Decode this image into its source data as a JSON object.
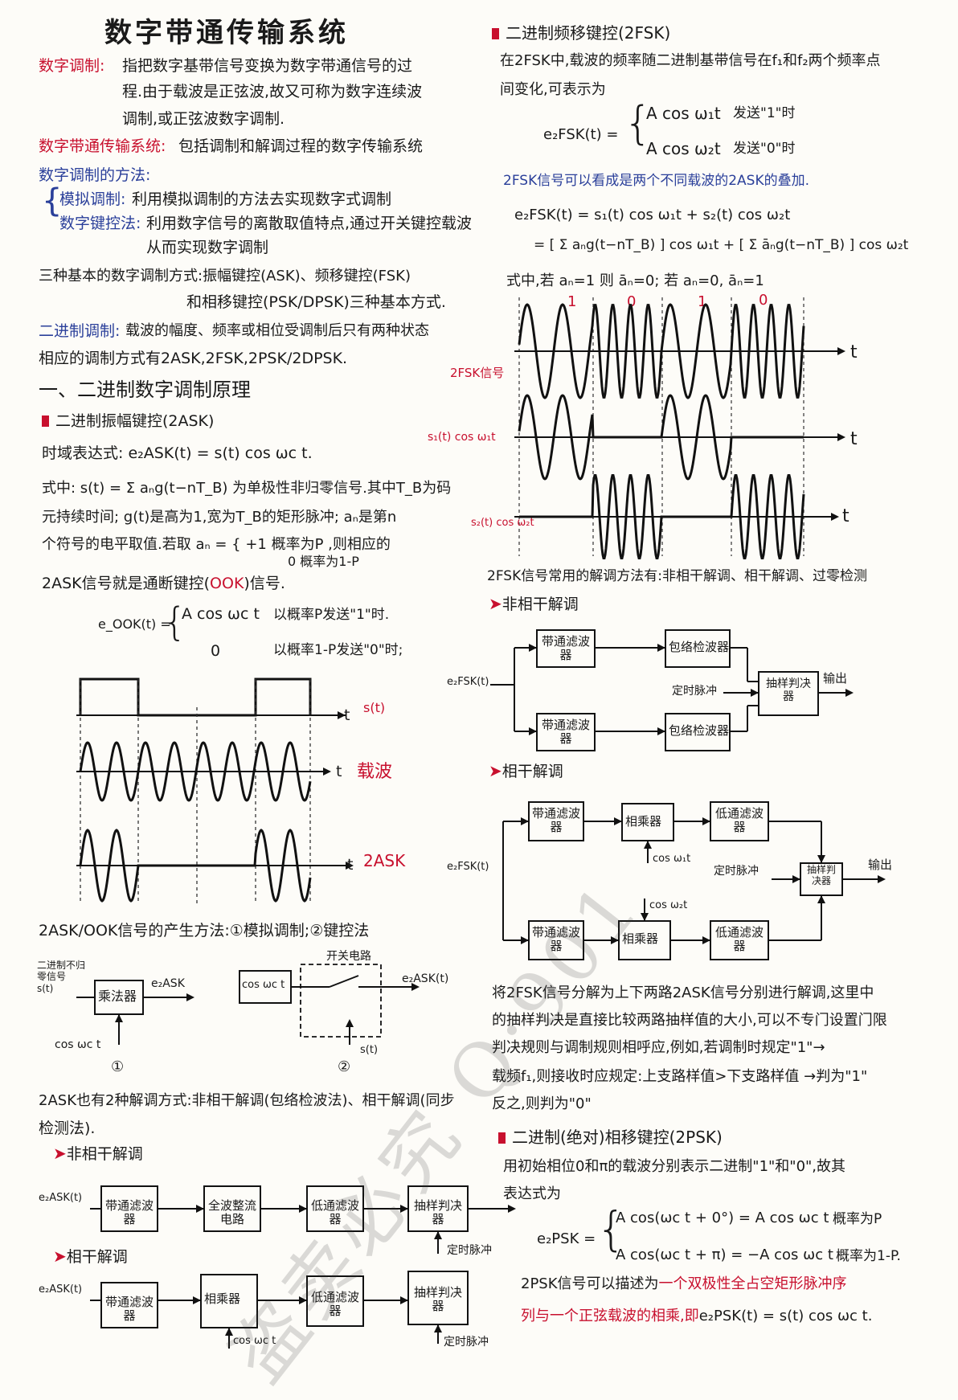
{
  "title": "数字带通传输系统",
  "left": {
    "def_label": "数字调制:",
    "def_l1": "指把数字基带信号变换为数字带通信号的过",
    "def_l2": "程.由于载波是正弦波,故又可称为数字连续波",
    "def_l3": "调制,或正弦波数字调制.",
    "sys_label": "数字带通传输系统:",
    "sys_text": "包括调制和解调过程的数字传输系统",
    "methods_label": "数字调制的方法:",
    "m1_label": "模拟调制:",
    "m1_text": "利用模拟调制的方法去实现数字式调制",
    "m2_label": "数字键控法:",
    "m2_text": "利用数字信号的离散取值特点,通过开关键控载波",
    "m2_text2": "从而实现数字调制",
    "basic_l1": "三种基本的数字调制方式:振幅键控(ASK)、频移键控(FSK)",
    "basic_l2": "和相移键控(PSK/DPSK)三种基本方式.",
    "binary_label": "二进制调制:",
    "binary_text": "载波的幅度、频率或相位受调制后只有两种状态",
    "binary_l2": "相应的调制方式有2ASK,2FSK,2PSK/2DPSK.",
    "sec1": "一、二进制数字调制原理",
    "ask_head": "二进制振幅键控(2ASK)",
    "ask_time": "时域表达式: e₂ASK(t) = s(t) cos ωc t.",
    "ask_s_l1": "式中: s(t) = Σ aₙg(t−nT_B) 为单极性非归零信号.其中T_B为码",
    "ask_s_l2": "元持续时间; g(t)是高为1,宽为T_B的矩形脉冲; aₙ是第n",
    "ask_s_l3": "个符号的电平取值.若取 aₙ = { +1 概率为P ,则相应的",
    "ask_s_l4": "0 概率为1-P",
    "ask_ook_pre": "2ASK信号就是通断键控(",
    "ask_ook": "OOK",
    "ask_ook_post": ")信号.",
    "ook_lhs": "e_OOK(t) =",
    "ook_c1": "A cos ωc t",
    "ook_c1r": "以概率P发送\"1\"时.",
    "ook_c2": "0",
    "ook_c2r": "以概率1-P发送\"0\"时;",
    "wave_st": "s(t)",
    "wave_t": "t",
    "wave_carrier": "载波",
    "wave_2ask": "2ASK",
    "gen_text": "2ASK/OOK信号的产生方法:①模拟调制;②键控法",
    "gen1_in": "二进制不归零信号 s(t)",
    "gen1_box": "乘法器",
    "gen1_out": "e₂ASK",
    "gen1_cos": "cos ωc t",
    "gen1_num": "①",
    "gen2_cos": "cos ωc t",
    "gen2_sw": "开关电路",
    "gen2_out": "e₂ASK(t)",
    "gen2_st": "s(t)",
    "gen2_num": "②",
    "demod_l1": "2ASK也有2种解调方式:非相干解调(包络检波法)、相干解调(同步",
    "demod_l2": "检测法).",
    "noncoh": "非相干解调",
    "coh": "相干解调",
    "nc_in": "e₂ASK(t)",
    "nc_b1": "带通滤波器",
    "nc_b2": "全波整流电路",
    "nc_b3": "低通滤波器",
    "nc_b4": "抽样判决器",
    "nc_clk": "定时脉冲",
    "c_in": "e₂ASK(t)",
    "c_b1": "带通滤波器",
    "c_b2": "相乘器",
    "c_b3": "低通滤波器",
    "c_b4": "抽样判决器",
    "c_cos": "cos ωc t",
    "c_clk": "定时脉冲"
  },
  "right": {
    "fsk_head": "二进制频移键控(2FSK)",
    "fsk_l1": "在2FSK中,载波的频率随二进制基带信号在f₁和f₂两个频率点",
    "fsk_l2": "间变化,可表示为",
    "fsk_lhs": "e₂FSK(t) =",
    "fsk_c1": "A cos ω₁t",
    "fsk_c1r": "发送\"1\"时",
    "fsk_c2": "A cos ω₂t",
    "fsk_c2r": "发送\"0\"时",
    "fsk_sum": "2FSK信号可以看成是两个不同载波的2ASK的叠加.",
    "fsk_eq1": "e₂FSK(t) = s₁(t) cos ω₁t + s₂(t) cos ω₂t",
    "fsk_eq2": "= [ Σ aₙg(t−nT_B) ] cos ω₁t + [ Σ āₙg(t−nT_B) ] cos ω₂t",
    "fsk_cond": "式中,若 aₙ=1 则 āₙ=0; 若 aₙ=0, āₙ=1",
    "bits": [
      "1",
      "0",
      "1",
      "0"
    ],
    "w_2fsk": "2FSK信号",
    "w_s1": "s₁(t) cos ω₁t",
    "w_s2": "s₂(t) cos ω₂t",
    "w_t": "t",
    "fsk_demod": "2FSK信号常用的解调方法有:非相干解调、相干解调、过零检测",
    "noncoh": "非相干解调",
    "nc_in": "e₂FSK(t)",
    "nc_bp": "带通滤波器",
    "nc_env": "包络检波器",
    "nc_clk": "定时脉冲",
    "nc_dec": "抽样判决器",
    "nc_out": "输出",
    "coh": "相干解调",
    "c_in": "e₂FSK(t)",
    "c_bp": "带通滤波器",
    "c_mul": "相乘器",
    "c_lp": "低通滤波器",
    "c_cos1": "cos ω₁t",
    "c_cos2": "cos ω₂t",
    "c_clk": "定时脉冲",
    "c_dec": "抽样判决器",
    "c_out": "输出",
    "exp_l1": "将2FSK信号分解为上下两路2ASK信号分别进行解调,这里中",
    "exp_l2": "的抽样判决是直接比较两路抽样值的大小,可以不专门设置门限",
    "exp_l3": "判决规则与调制规则相呼应,例如,若调制时规定\"1\"→",
    "exp_l4": "载频f₁,则接收时应规定:上支路样值>下支路样值 →判为\"1\"",
    "exp_l5": "反之,则判为\"0\"",
    "psk_head": "二进制(绝对)相移键控(2PSK)",
    "psk_l1": "用初始相位0和π的载波分别表示二进制\"1\"和\"0\",故其",
    "psk_l2": "表达式为",
    "psk_lhs": "e₂PSK =",
    "psk_c1": "A cos(ωc t + 0°) = A cos ωc t",
    "psk_c1r": "概率为P",
    "psk_c2": "A cos(ωc t + π) = −A cos ωc t",
    "psk_c2r": "概率为1-P.",
    "psk_l3_pre": "2PSK信号可以描述为",
    "psk_l3_red": "一个双极性全占空矩形脉冲序",
    "psk_l4_red": "列与一个正弦载波的相乘,即",
    "psk_l4_eq": "e₂PSK(t) = s(t) cos ωc t."
  },
  "watermark": "盗卖必究 Q:901"
}
